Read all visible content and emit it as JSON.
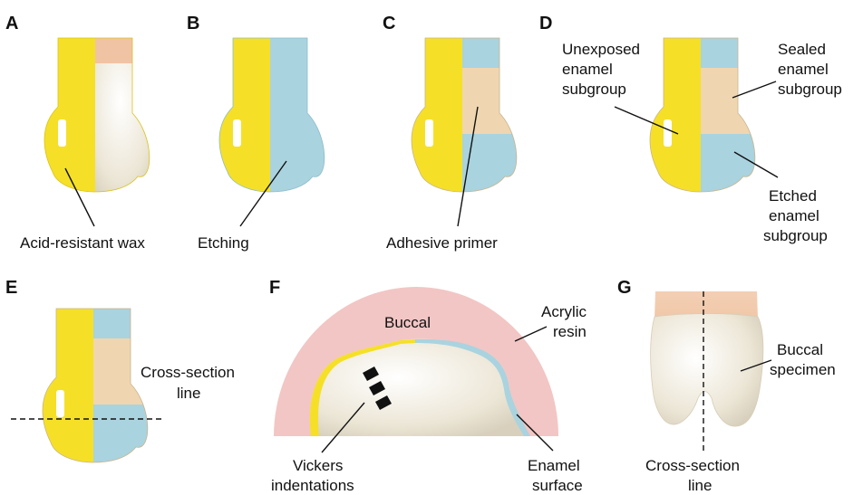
{
  "panels": {
    "a": {
      "letter": "A",
      "label": "Acid-resistant wax"
    },
    "b": {
      "letter": "B",
      "label": "Etching"
    },
    "c": {
      "letter": "C",
      "label": "Adhesive primer"
    },
    "d": {
      "letter": "D",
      "unexposed": [
        "Unexposed",
        "enamel",
        "subgroup"
      ],
      "sealed": [
        "Sealed",
        "enamel",
        "subgroup"
      ],
      "etched": [
        "Etched",
        "enamel",
        "subgroup"
      ]
    },
    "e": {
      "letter": "E",
      "cross_section": [
        "Cross-section",
        "line"
      ]
    },
    "f": {
      "letter": "F",
      "buccal": "Buccal",
      "acrylic": [
        "Acrylic",
        "resin"
      ],
      "vickers": [
        "Vickers",
        "indentations"
      ],
      "enamel": [
        "Enamel",
        "surface"
      ]
    },
    "g": {
      "letter": "G",
      "specimen": [
        "Buccal",
        "specimen"
      ],
      "cross_section": [
        "Cross-section",
        "line"
      ]
    }
  },
  "colors": {
    "wax_yellow": "#f5e027",
    "etch_blue": "#a9d3df",
    "primer_tan": "#efd6b0",
    "enamel_white": "#f1ece0",
    "resin_pink": "#f2c6c4",
    "root_peach": "#f1c3a5"
  }
}
